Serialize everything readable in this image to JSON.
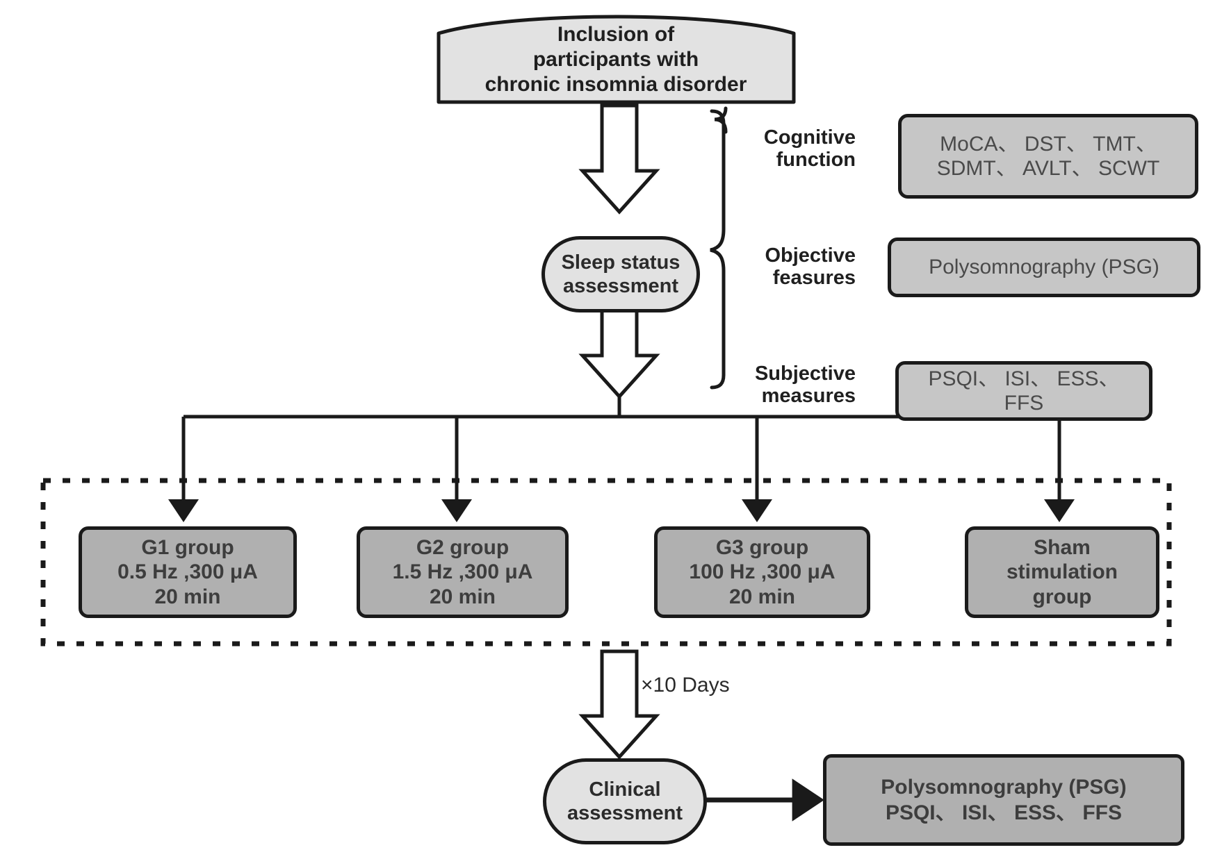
{
  "title": "Study flow diagram: transcutaneous stimulation protocol for chronic insomnia disorder",
  "nodes": {
    "inclusion": {
      "label": "Inclusion of\nparticipants with\nchronic insomnia disorder"
    },
    "sleep_status": {
      "label": "Sleep status\nassessment"
    },
    "clinical_assessment": {
      "label": "Clinical\nassessment"
    }
  },
  "assessment_categories": [
    {
      "label": "Cognitive\nfunction",
      "box": "MoCA、 DST、 TMT、\nSDMT、 AVLT、 SCWT"
    },
    {
      "label": "Objective\nfeasures",
      "box": "Polysomnography (PSG)"
    },
    {
      "label": "Subjective\nmeasures",
      "box": "PSQI、 ISI、 ESS、 FFS"
    }
  ],
  "groups": [
    {
      "label": "G1 group\n0.5 Hz ,300 μA\n20 min"
    },
    {
      "label": "G2 group\n1.5 Hz ,300 μA\n20 min"
    },
    {
      "label": "G3 group\n100 Hz ,300 μA\n20 min"
    },
    {
      "label": "Sham\nstimulation\ngroup"
    }
  ],
  "annotations": {
    "repeat": "×10 Days"
  },
  "outcome": {
    "label": "Polysomnography (PSG)\nPSQI、 ISI、 ESS、 FFS"
  },
  "colors": {
    "stroke": "#1a1a1a",
    "fill_light": "#e2e2e2",
    "fill_grey": "#c6c6c6",
    "fill_dark_grey": "#b0b0b0",
    "text": "#2b2b2b",
    "background": "#ffffff"
  }
}
